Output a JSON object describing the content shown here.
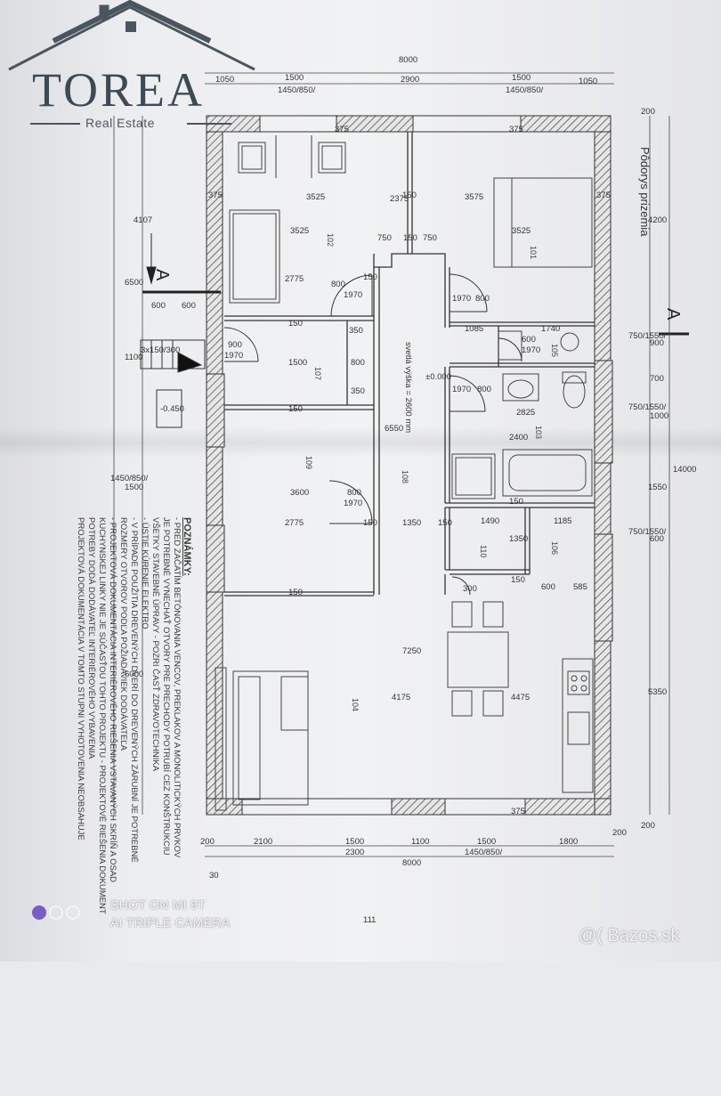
{
  "logo": {
    "name": "TOREA",
    "subtitle": "Real Estate"
  },
  "sheet_title": "Pôdorys prizemia",
  "section_marks": [
    "A",
    "A"
  ],
  "rooms": [
    "101",
    "102",
    "103",
    "104",
    "105",
    "106",
    "107",
    "108",
    "109",
    "110"
  ],
  "dims_top": {
    "total": "8000",
    "a": "1050",
    "b": "1500",
    "b_sub": "1450/850/",
    "c": "2900",
    "d": "1500",
    "d_sub": "1450/850/",
    "e": "1050"
  },
  "dims_bottom": {
    "a": "200",
    "b": "2100",
    "c": "1500",
    "d": "1100",
    "e": "1500",
    "e_sub": "1450/850/",
    "f": "1800",
    "g": "200",
    "h": "2300",
    "total": "8000",
    "end": "30",
    "extra": "111"
  },
  "dims_left": {
    "a": "4107",
    "b": "6500",
    "c": "1100",
    "d": "1500",
    "d_sub": "1450/850/",
    "e": "6000"
  },
  "dims_right": {
    "a": "200",
    "b": "4200",
    "c": "750/1550/",
    "d": "900",
    "e": "700",
    "f": "1000",
    "g": "750/1550/",
    "h": "1550",
    "i": "600",
    "j": "750/1550/",
    "k": "5350",
    "l": "200",
    "total": "14000"
  },
  "inner_dims": {
    "r102_w": "3525",
    "r102_h": "3525",
    "r101_w": "3575",
    "r101_h": "3525",
    "wall_375_l": "375",
    "wall_375_r": "375",
    "wall_375_t1": "375",
    "wall_375_t2": "375",
    "mid_2375": "2375",
    "mid_150a": "150",
    "mid_150b": "150",
    "mid_750a": "750",
    "mid_750b": "750",
    "d_800_1970_a": "800",
    "d_1970_a": "1970",
    "r102_2775": "2775",
    "r150_c": "150",
    "d_800_v": "800",
    "d_1970_v": "1970",
    "r105_1740": "1740",
    "r105_1085": "1085",
    "r105_600": "600",
    "r105_1970": "1970",
    "r107_900": "900",
    "r107_1970": "1970",
    "r107_350a": "350",
    "r107_800": "800",
    "r107_350b": "350",
    "r107_1500": "1500",
    "r107_150": "150",
    "r103_800": "800",
    "r103_1970": "1970",
    "r103_2825": "2825",
    "r103_2400": "2400",
    "r103_150": "150",
    "vyska": "svetlá výška = 2600 mm",
    "zero": "±0.000",
    "minus": "-0.450",
    "okno": "3x150/300",
    "r109_3600": "3600",
    "r109_150": "150",
    "r109_800": "800",
    "r109_1970": "1970",
    "r109_2775": "2775",
    "r108_6550": "6550",
    "r108_1350": "1350",
    "r110_1490": "1490",
    "r110_1350": "1350",
    "r106_1185": "1185",
    "r106_150a": "150",
    "r106_150b": "150",
    "r106_600": "600",
    "r106_585": "585",
    "r106_300": "300",
    "r104_7250": "7250",
    "r104_4175": "4175",
    "r104_4475": "4475",
    "r104_375": "375",
    "r104_150": "150",
    "r109_150b": "150",
    "okno_600a": "600",
    "okno_600b": "600"
  },
  "notes": {
    "title": "POZNÁMKY:",
    "lines": [
      "- PRED ZAČATÍM BETÓNOVANIA VENCOV, PREKLAKOV A MONOLITICKÝCH PRVKOV",
      "JE POTREBNÉ VYNECHAŤ OTVORY PRE PRECHODY POTRUBÍ CEZ KONŠTRUKCIU",
      "VŠETKY STAVEBNÉ ÚPRAVY - POZRI ČASŤ ZDRAVOTECHNIKA",
      "- ÚSTIE KÚRENIE ELEKTRO",
      "- V PRÍPADE POUŽITIA DREVENÝCH DVERÍ DO DREVENÝCH ZÁRUBNÍ JE POTREBNÉ",
      "ROZMERY OTVOROV PODĽA POŽIADAVIEK DODÁVATEĽA",
      "- PROJEKTOVÁ DOKUMENTÁCIA INTERIÉROVÉHO RIEŠENIA VSTAVANÝCH SKRÍŇ A OSAD",
      "KUCHYNSKEJ LINKY NIE JE SÚČASŤOU TOHTO PROJEKTU - PROJEKTOVÉ RIEŠENIA DOKUMENT",
      "POTREBY DODÁ DODÁVATEĽ INTERIÉROVÉHO VYBAVENIA",
      "PROJEKTOVÁ DOKUMENTÁCIA V TOMTO STUPNI VYHOTOVENIA NEOBSAHUJE"
    ]
  },
  "camera": {
    "line1": "SHOT ON MI 9T",
    "line2": "AI TRIPLE CAMERA"
  },
  "watermark": "@( Bazos.sk",
  "colors": {
    "paper": "#eef0f1",
    "line": "#2b2b2b",
    "hatch": "#555555",
    "logo": "#3c4a55"
  }
}
